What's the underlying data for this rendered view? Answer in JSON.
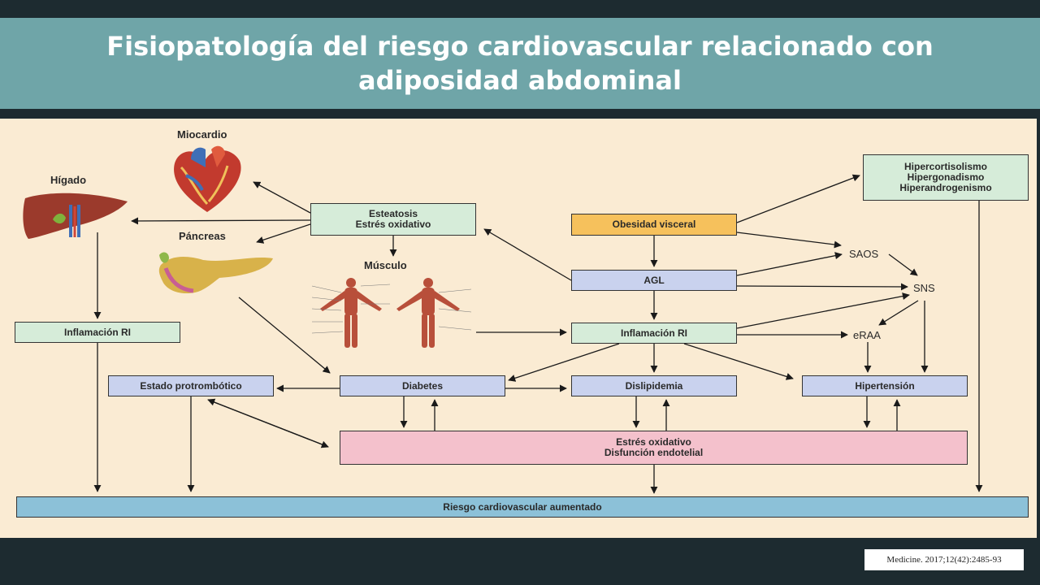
{
  "slide": {
    "title_line1": "Fisiopatología del riesgo cardiovascular relacionado con",
    "title_line2": "adiposidad abdominal",
    "citation": "Medicine. 2017;12(42):2485-93"
  },
  "organs": {
    "miocardio": "Miocardio",
    "higado": "Hígado",
    "pancreas": "Páncreas",
    "musculo": "Músculo"
  },
  "nodes": {
    "esteatosis_1": "Esteatosis",
    "esteatosis_2": "Estrés oxidativo",
    "obesidad": "Obesidad visceral",
    "agl": "AGL",
    "inflamacion_ri_center": "Inflamación RI",
    "inflamacion_ri_left": "Inflamación RI",
    "hiper_1": "Hipercortisolismo",
    "hiper_2": "Hipergonadismo",
    "hiper_3": "Hiperandrogenismo",
    "saos": "SAOS",
    "sns": "SNS",
    "eraa": "eRAA",
    "estado_protrombotico": "Estado protrombótico",
    "diabetes": "Diabetes",
    "dislipidemia": "Dislipidemia",
    "hipertension": "Hipertensión",
    "estres_1": "Estrés oxidativo",
    "estres_2": "Disfunción endotelial",
    "riesgo": "Riesgo cardiovascular aumentado"
  }
}
